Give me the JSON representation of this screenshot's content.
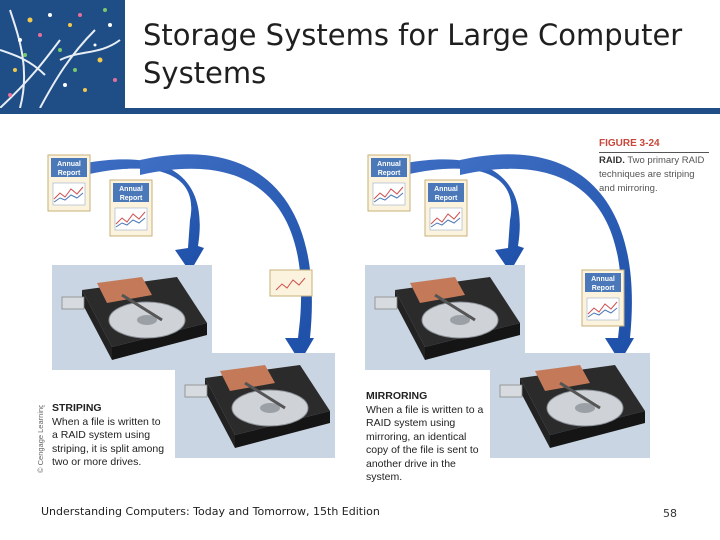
{
  "slide": {
    "title": "Storage Systems for Large Computer Systems",
    "footer": "Understanding Computers: Today and Tomorrow, 15th Edition",
    "page_number": "58"
  },
  "figure": {
    "number": "FIGURE 3-24",
    "caption_head": "RAID.",
    "caption_body": " Two primary RAID techniques are striping and mirroring.",
    "credit": "© Cengage Learning",
    "report_line1": "Annual",
    "report_line2": "Report",
    "striping": {
      "heading": "STRIPING",
      "text": "When a file is written to a RAID system using striping, it is split among two or more drives."
    },
    "mirroring": {
      "heading": "MIRRORING",
      "text": "When a file is written to a RAID system using mirroring, an identical copy of the file is sent to another drive in the system."
    }
  }
}
